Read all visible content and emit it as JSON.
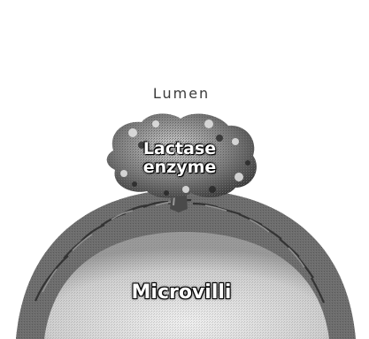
{
  "labels": {
    "lumen": "Lumen",
    "enzyme_line1": "Lactase",
    "enzyme_line2": "enzyme",
    "microvilli": "Microvilli"
  },
  "colors": {
    "background": "#ffffff",
    "membrane_dark": "#2a2a2a",
    "membrane_mid": "#8a8a8a",
    "cell_interior": "#d9d9d9",
    "enzyme_light": "#bfbfbf",
    "enzyme_dark": "#3c3c3c"
  }
}
